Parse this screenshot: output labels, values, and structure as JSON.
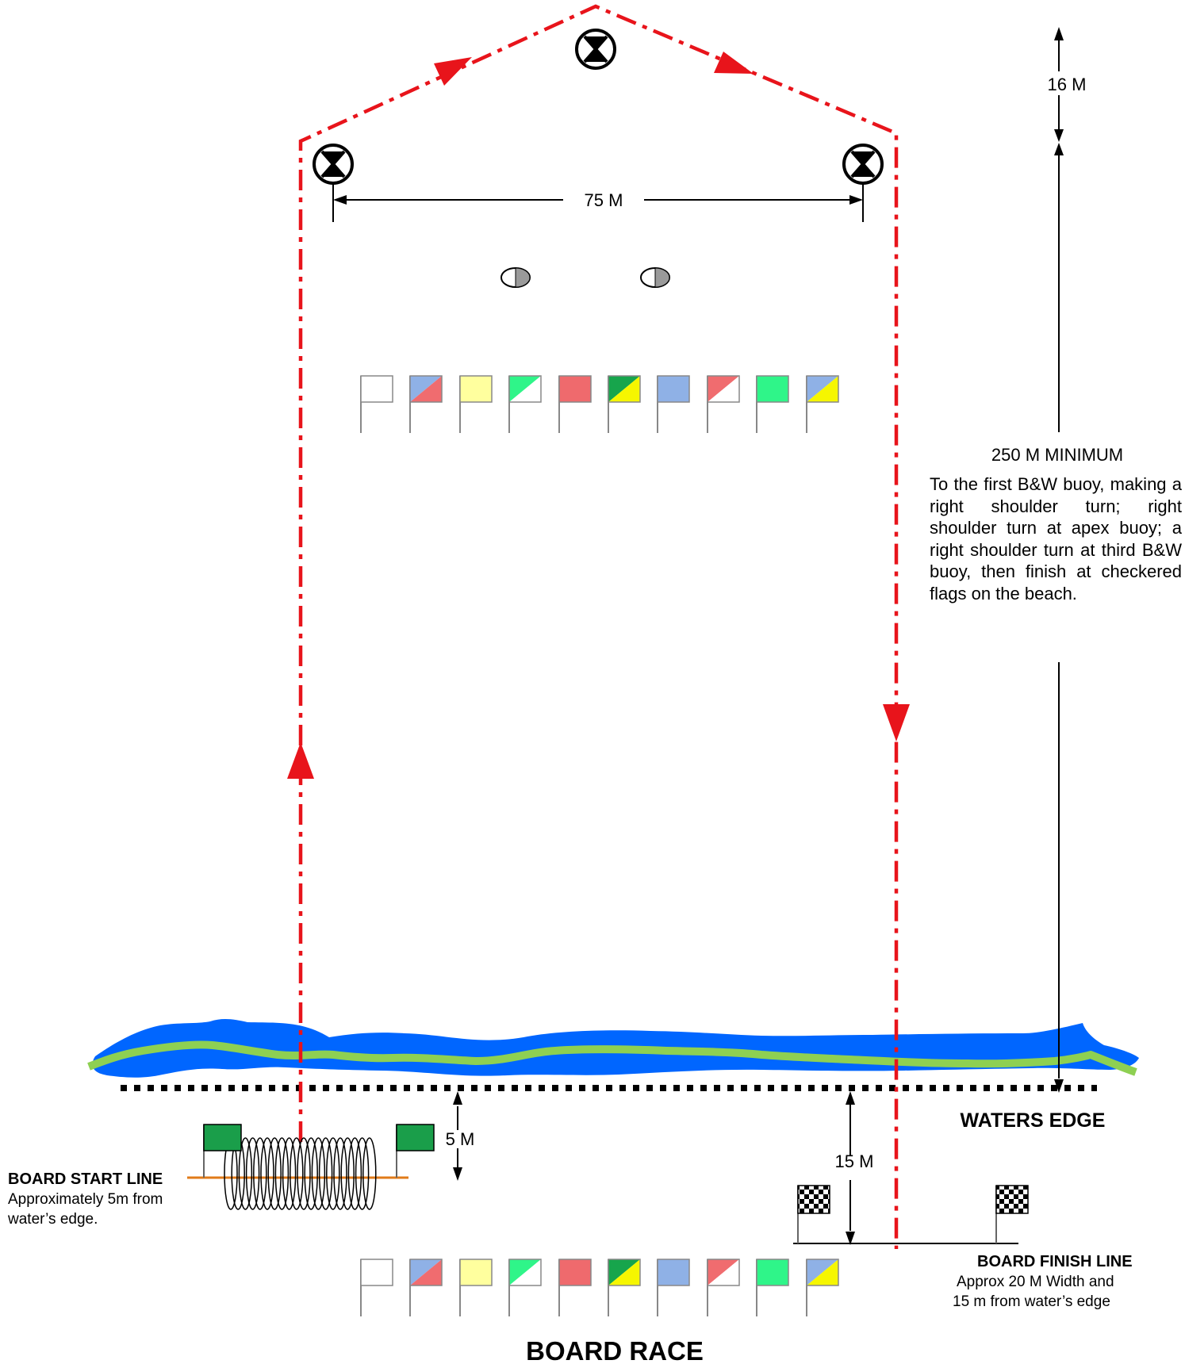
{
  "labels": {
    "dist_16": "16 M",
    "dist_75": "75 M",
    "min_250": "250 M MINIMUM",
    "description": "To the first B&W buoy, making a right shoulder turn; right shoulder turn at apex buoy; a right shoulder turn at third B&W buoy, then finish at checkered flags on the beach.",
    "waters_edge": "WATERS EDGE",
    "dist_5": "5 M",
    "dist_15": "15 M",
    "start_title": "BOARD  START LINE",
    "start_desc_1": "Approximately 5m from",
    "start_desc_2": "water’s edge.",
    "finish_title": "BOARD FINISH LINE",
    "finish_desc_1": "Approx 20 M Width and",
    "finish_desc_2": "15 m from water’s edge",
    "main_title": "BOARD RACE"
  },
  "course": {
    "turn_direction": "right shoulder",
    "buoys": [
      {
        "name": "first B&W buoy",
        "icon": "bw-turn-buoy-icon"
      },
      {
        "name": "apex buoy",
        "icon": "bw-turn-buoy-icon"
      },
      {
        "name": "third B&W buoy",
        "icon": "bw-turn-buoy-icon"
      }
    ],
    "small_buoys": 2
  },
  "colors": {
    "course_line": "#e8141b",
    "water": "#0066ff",
    "shore": "#8ed052",
    "start_flag": "#1a9e4a",
    "start_line": "#e07b1a"
  },
  "lane_flags": [
    {
      "type": "solid",
      "c1": "#ffffff"
    },
    {
      "type": "split",
      "c1": "#8fb1e6",
      "c2": "#f06c6f"
    },
    {
      "type": "solid",
      "c1": "#ffff9e"
    },
    {
      "type": "split",
      "c1": "#2ff589",
      "c2": "#ffffff"
    },
    {
      "type": "solid",
      "c1": "#ef6a6d"
    },
    {
      "type": "split",
      "c1": "#17a54c",
      "c2": "#f6f600"
    },
    {
      "type": "solid",
      "c1": "#8fb1e6"
    },
    {
      "type": "split",
      "c1": "#f06c6f",
      "c2": "#ffffff"
    },
    {
      "type": "solid",
      "c1": "#2ff589"
    },
    {
      "type": "split",
      "c1": "#8fb1e6",
      "c2": "#f6f600"
    }
  ]
}
